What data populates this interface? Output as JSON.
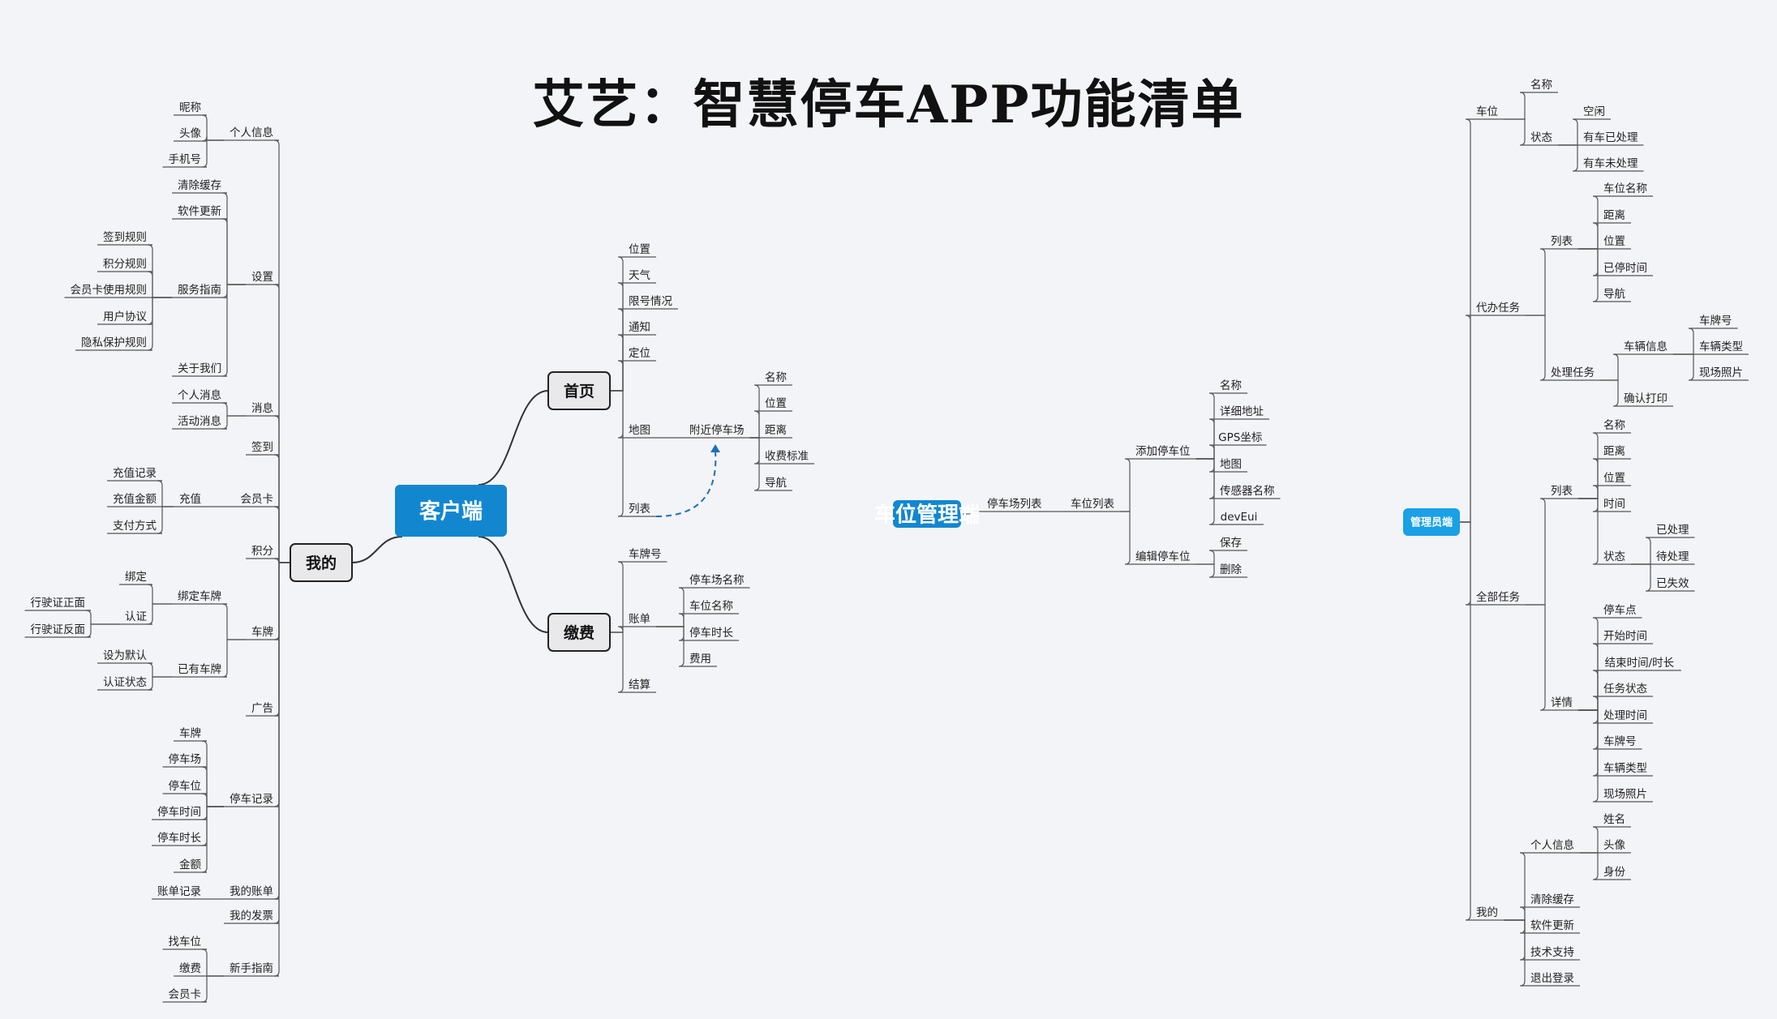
{
  "title": "艾艺：智慧停车APP功能清单",
  "colors": {
    "background": "#f3f4f8",
    "root": "#1287d0",
    "root_light": "#1aa0e6",
    "line": "#555555",
    "dashed": "#1e6fb5",
    "branch_box": "#e9e9ec"
  },
  "client": {
    "root": "客户端",
    "home": {
      "label": "首页",
      "items": [
        "位置",
        "天气",
        "限号情况",
        "通知",
        "定位"
      ],
      "map": {
        "label": "地图",
        "child": "附近停车场",
        "fields": [
          "名称",
          "位置",
          "距离",
          "收费标准",
          "导航"
        ]
      },
      "list": "列表"
    },
    "pay": {
      "label": "缴费",
      "plate": "车牌号",
      "bill": {
        "label": "账单",
        "fields": [
          "停车场名称",
          "车位名称",
          "停车时长",
          "费用"
        ]
      },
      "settle": "结算"
    },
    "mine": {
      "label": "我的",
      "personal": {
        "label": "个人信息",
        "items": [
          "昵称",
          "头像",
          "手机号"
        ]
      },
      "settings": {
        "label": "设置",
        "items": [
          "清除缓存",
          "软件更新"
        ],
        "guide": {
          "label": "服务指南",
          "items": [
            "签到规则",
            "积分规则",
            "会员卡使用规则",
            "用户协议",
            "隐私保护规则"
          ]
        },
        "about": "关于我们"
      },
      "message": {
        "label": "消息",
        "items": [
          "个人消息",
          "活动消息"
        ]
      },
      "checkin": "签到",
      "member": {
        "label": "会员卡",
        "recharge": {
          "label": "充值",
          "items": [
            "充值记录",
            "充值金额",
            "支付方式"
          ]
        }
      },
      "points": "积分",
      "plate": {
        "label": "车牌",
        "bind": {
          "label": "绑定车牌",
          "bind_item": "绑定",
          "auth": {
            "label": "认证",
            "items": [
              "行驶证正面",
              "行驶证反面"
            ]
          }
        },
        "owned": {
          "label": "已有车牌",
          "items": [
            "设为默认",
            "认证状态"
          ]
        }
      },
      "ads": "广告",
      "records": {
        "label": "停车记录",
        "items": [
          "车牌",
          "停车场",
          "停车位",
          "停车时间",
          "停车时长",
          "金额"
        ]
      },
      "bills": {
        "label": "我的账单",
        "items": [
          "账单记录"
        ]
      },
      "invoice": "我的发票",
      "newbie": {
        "label": "新手指南",
        "items": [
          "找车位",
          "缴费",
          "会员卡"
        ]
      }
    }
  },
  "spot_admin": {
    "root": "车位管理端",
    "lot_list": "停车场列表",
    "spot_list": "车位列表",
    "add": {
      "label": "添加停车位",
      "fields": [
        "名称",
        "详细地址",
        "GPS坐标",
        "地图",
        "传感器名称",
        "devEui"
      ]
    },
    "edit": {
      "label": "编辑停车位",
      "actions": [
        "保存",
        "删除"
      ]
    }
  },
  "manager": {
    "root": "管理员端",
    "spot": {
      "label": "车位",
      "name": "名称",
      "status": {
        "label": "状态",
        "items": [
          "空闲",
          "有车已处理",
          "有车未处理"
        ]
      }
    },
    "agent": {
      "label": "代办任务",
      "list": {
        "label": "列表",
        "items": [
          "车位名称",
          "距离",
          "位置",
          "已停时间",
          "导航"
        ]
      },
      "handle": {
        "label": "处理任务",
        "vehicle": {
          "label": "车辆信息",
          "items": [
            "车牌号",
            "车辆类型",
            "现场照片"
          ]
        },
        "print": "确认打印"
      }
    },
    "all": {
      "label": "全部任务",
      "list": {
        "label": "列表",
        "items": [
          "名称",
          "距离",
          "位置",
          "时间"
        ],
        "status": {
          "label": "状态",
          "items": [
            "已处理",
            "待处理",
            "已失效"
          ]
        }
      },
      "detail": {
        "label": "详情",
        "items": [
          "停车点",
          "开始时间",
          "结束时间/时长",
          "任务状态",
          "处理时间",
          "车牌号",
          "车辆类型",
          "现场照片"
        ]
      }
    },
    "mine": {
      "label": "我的",
      "personal": {
        "label": "个人信息",
        "items": [
          "姓名",
          "头像",
          "身份"
        ]
      },
      "items": [
        "清除缓存",
        "软件更新",
        "技术支持",
        "退出登录"
      ]
    }
  }
}
